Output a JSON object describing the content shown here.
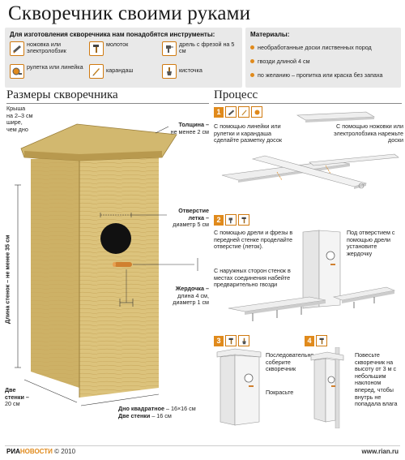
{
  "title": "Скворечник своими руками",
  "tools": {
    "heading": "Для изготовления скворечника нам понадобятся инструменты:",
    "items": [
      {
        "label": "ножовка или электролобзик",
        "icon": "saw-icon"
      },
      {
        "label": "молоток",
        "icon": "hammer-icon"
      },
      {
        "label": "дрель с фрезой на 5 см",
        "icon": "drill-icon"
      },
      {
        "label": "рулетка или линейка",
        "icon": "tape-measure-icon"
      },
      {
        "label": "карандаш",
        "icon": "pencil-icon"
      },
      {
        "label": "кисточка",
        "icon": "brush-icon"
      }
    ]
  },
  "materials": {
    "heading": "Материалы:",
    "items": [
      "необработанные доски лиственных пород",
      "гвозди длиной 4 см",
      "по желанию – пропитка или краска без запаха"
    ]
  },
  "dimensions": {
    "heading": "Размеры скворечника",
    "roof": [
      "Крыша",
      "на 2–3 см",
      "шире,",
      "чем дно"
    ],
    "thickness_title": "Толщина –",
    "thickness_value": "не менее 2 см",
    "hole_title": "Отверстие",
    "hole_title2": "летка –",
    "hole_value": "диаметр 5 см",
    "perch_title": "Жердочка –",
    "perch_value1": "длина 4 см,",
    "perch_value2": "диаметр 1 см",
    "wall_length": "Длина стенок – не менее 35 см",
    "two_walls_title": "Две",
    "two_walls_title2": "стенки –",
    "two_walls_value": "20 см",
    "bottom_title": "Дно квадратное",
    "bottom_value": "– 16×16 см",
    "bottom2_title": "Две стенки",
    "bottom2_value": "– 16 см"
  },
  "process": {
    "heading": "Процесс",
    "step1": {
      "number": "1",
      "text_left": "С помощью линейки или рулетки и карандаша сделайте разметку досок",
      "text_right": "С помощью ножовки или электролобзика нарежьте доски"
    },
    "step2": {
      "number": "2",
      "text_top": "С помощью дрели и фрезы в передней стенке проделайте отверстие (леток).",
      "text_bottom": "С наружных сторон стенок в местах соединения набейте предварительно гвозди",
      "text_right": "Под отверстием с помощью дрели установите жердочку"
    },
    "step3": {
      "number": "3",
      "text": "Последовательно соберите скворечник",
      "text2": "Покрасьте"
    },
    "step4": {
      "number": "4",
      "text": "Повесьте скворечник на высоту от 3 м с небольшим наклоном вперед, чтобы внутрь не попадала влага"
    }
  },
  "footer": {
    "brand_ria": "РИА",
    "brand_novosti": "НОВОСТИ",
    "copyright": "© 2010",
    "url": "www.rian.ru"
  },
  "colors": {
    "accent": "#e08a1c",
    "wood": "#d9c27a",
    "panel": "#e9e9e9"
  }
}
